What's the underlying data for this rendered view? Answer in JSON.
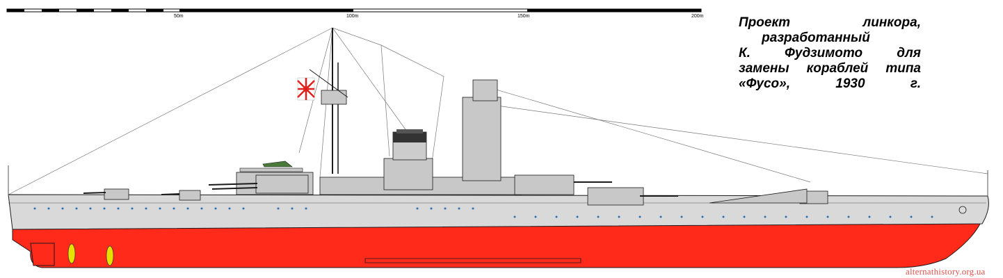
{
  "scale": {
    "labels": [
      "50m",
      "100m",
      "150m",
      "200m"
    ]
  },
  "title": {
    "lines": [
      "Проект линкора,",
      "разработанный",
      "К. Фудзимото для",
      "замены кораблей типа",
      "«Фусо», 1930 г."
    ]
  },
  "watermark": "alternathistory.org.ua",
  "colors": {
    "hull_upper": "#d9d9d9",
    "hull_lower": "#ff2a1a",
    "superstructure": "#c8c8c8",
    "outline": "#1a1a1a",
    "ensign_red": "#e0201a",
    "propeller": "#e8e000",
    "windows": "#2f6fb0"
  }
}
